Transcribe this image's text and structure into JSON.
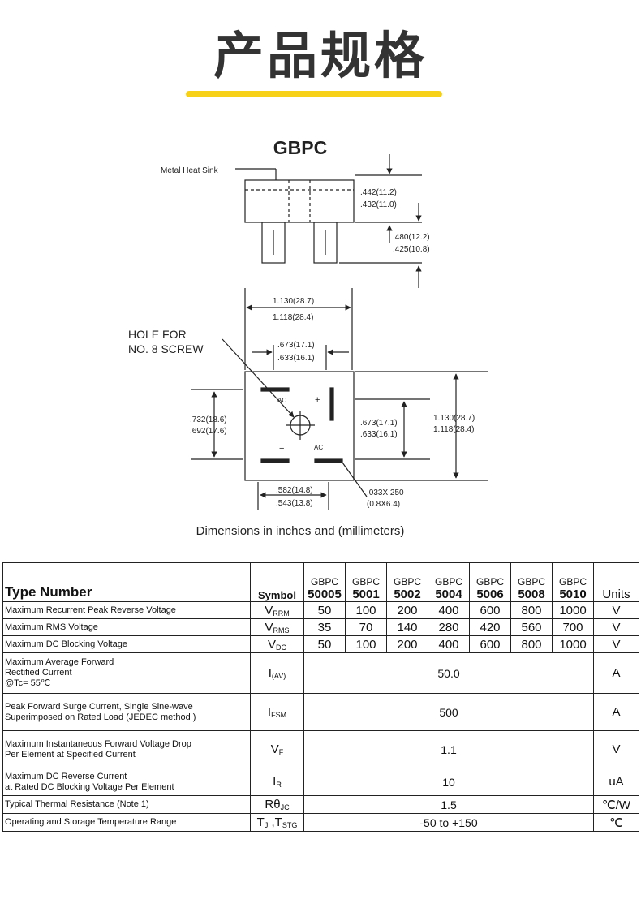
{
  "page": {
    "heading": "产品规格",
    "accent_color": "#f7d117"
  },
  "drawing": {
    "package": "GBPC",
    "heat_sink_label": "Metal Heat Sink",
    "hole_label_1": "HOLE FOR",
    "hole_label_2": "NO. 8 SCREW",
    "dim_side_h_max": ".442(11.2)",
    "dim_side_h_min": ".432(11.0)",
    "dim_lead_max": ".480(12.2)",
    "dim_lead_min": ".425(10.8)",
    "dim_width_max": "1.130(28.7)",
    "dim_width_min": "1.118(28.4)",
    "dim_inner_max": ".673(17.1)",
    "dim_inner_min": ".633(16.1)",
    "dim_left_max": ".732(18.6)",
    "dim_left_min": ".692(17.6)",
    "dim_mid_max": ".673(17.1)",
    "dim_mid_min": ".633(16.1)",
    "dim_right_max": "1.130(28.7)",
    "dim_right_min": "1.118(28.4)",
    "dim_bottom_max": ".582(14.8)",
    "dim_bottom_min": ".543(13.8)",
    "dim_term_1": ".033X.250",
    "dim_term_2": "(0.8X6.4)",
    "ac_top": "AC",
    "ac_bottom": "AC",
    "plus": "+",
    "minus": "−",
    "caption": "Dimensions in inches and (millimeters)"
  },
  "table": {
    "type_header": "Type Number",
    "symbol_header": "Symbol",
    "units_header": "Units",
    "series": "GBPC",
    "models": [
      "50005",
      "5001",
      "5002",
      "5004",
      "5006",
      "5008",
      "5010"
    ],
    "rows": [
      {
        "param": "Maximum Recurrent Peak Reverse Voltage",
        "sym_main": "V",
        "sym_sub": "RRM",
        "values": [
          "50",
          "100",
          "200",
          "400",
          "600",
          "800",
          "1000"
        ],
        "unit": "V"
      },
      {
        "param": "Maximum RMS Voltage",
        "sym_main": "V",
        "sym_sub": "RMS",
        "values": [
          "35",
          "70",
          "140",
          "280",
          "420",
          "560",
          "700"
        ],
        "unit": "V"
      },
      {
        "param": "Maximum DC Blocking Voltage",
        "sym_main": "V",
        "sym_sub": "DC",
        "values": [
          "50",
          "100",
          "200",
          "400",
          "600",
          "800",
          "1000"
        ],
        "unit": "V"
      }
    ],
    "merged_rows": [
      {
        "param": "Maximum Average Forward\nRectified Current\n@Tc= 55℃",
        "sym_main": "I",
        "sym_sub": "(AV)",
        "value": "50.0",
        "unit": "A"
      },
      {
        "param": "Peak Forward Surge Current, Single Sine-wave\nSuperimposed      on Rated Load (JEDEC method )",
        "sym_main": "I",
        "sym_sub": "FSM",
        "value": "500",
        "unit": "A"
      },
      {
        "param": "Maximum Instantaneous Forward Voltage Drop\nPer     Element at Specified Current",
        "sym_main": "V",
        "sym_sub": "F",
        "value": "1.1",
        "unit": "V"
      },
      {
        "param": "Maximum DC Reverse Current\nat Rated DC Blocking Voltage Per Element",
        "sym_main": "I",
        "sym_sub": "R",
        "value": "10",
        "unit": "uA"
      },
      {
        "param": "Typical Thermal Resistance (Note 1)",
        "sym_main": "Rθ",
        "sym_sub": "JC",
        "value": "1.5",
        "unit": "℃/W"
      },
      {
        "param": "Operating and Storage Temperature Range",
        "sym_main": "T",
        "sym_sub": "J",
        "sym_tail": " ,T",
        "sym_sub2": "STG",
        "value": "-50 to +150",
        "unit": "℃"
      }
    ]
  }
}
